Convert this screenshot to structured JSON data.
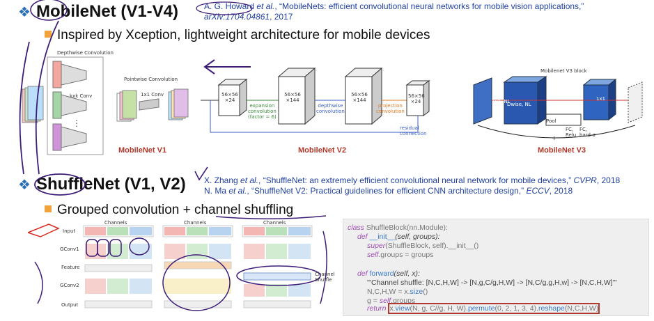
{
  "mobilenet": {
    "title": "MobileNet (V1-V4)",
    "ref_line1_author": "A. G. Howard ",
    "ref_line1_etal": "et al.",
    "ref_line1_text": ", “MobileNets: efficient convolutional neural networks for mobile vision applications,”",
    "ref_line2_venue": "arXiv:1704.04861",
    "ref_line2_year": ", 2017",
    "bullet": "Inspired by Xception, lightweight architecture for mobile devices",
    "v1": {
      "label": "MobileNet V1",
      "depthwise_title": "Depthwise Convolution",
      "kxk": "kxk Conv",
      "pointwise_title": "Pointwise Convolution",
      "onexone": "1x1 Conv",
      "dots": "⋮"
    },
    "v2": {
      "label": "MobileNet V2",
      "box1": "56×56\n×24",
      "box2": "56×56\n×144",
      "box3": "56×56\n×144",
      "box4": "56×56\n×24",
      "expansion": "expansion\nconvolution\n(factor = 6)",
      "depthwise": "depthwise\nconvolution",
      "projection": "projection\nconvolution",
      "residual": "residual connection"
    },
    "v3": {
      "label": "MobileNet V3",
      "block_title": "Mobilenet V3 block",
      "conv_nl": "1x1, NL",
      "dwise_nl": "Dwise, NL",
      "pool": "Pool",
      "fc_relu": "FC,\nRelu",
      "fc_hard": "FC,\nhard-σ",
      "onexone": "1x1",
      "plus": "+"
    }
  },
  "shufflenet": {
    "title": "ShuffleNet (V1, V2)",
    "ref1_author": "X. Zhang ",
    "ref1_etal": "et al.",
    "ref1_text": ", “ShuffleNet: an extremely efficient convolutional neural network for mobile devices,” ",
    "ref1_venue": "CVPR",
    "ref1_year": ", 2018",
    "ref2_author": "N. Ma ",
    "ref2_etal": "et al.",
    "ref2_text": ", “ShuffleNet V2: Practical guidelines for efficient CNN architecture design,” ",
    "ref2_venue": "ECCV",
    "ref2_year": ", 2018",
    "bullet": "Grouped convolution + channel shuffling",
    "diagram": {
      "channels": "Channels",
      "input": "Input",
      "gconv1": "GConv1",
      "feature": "Feature",
      "gconv2": "GConv2",
      "output": "Output",
      "channel_shuffle": "Channel\nShuffle"
    },
    "code": {
      "l1_kw": "class ",
      "l1_name": "ShuffleBlock",
      "l1_rest": "(nn.Module):",
      "l2_kw": "def ",
      "l2_name": "__init__",
      "l2_rest": "(self, groups):",
      "l3_fn": "super",
      "l3_rest": "(ShuffleBlock, self).__init__()",
      "l4_self": "self",
      "l4_rest": ".groups = groups",
      "l5_kw": "def ",
      "l5_name": "forward",
      "l5_rest": "(self, x):",
      "l6": "'''Channel shuffle: [N,C,H,W] -> [N,g,C/g,H,W] -> [N,C/g,g,H,w] -> [N,C,H,W]'''",
      "l7_a": "N,C,H,W = x.",
      "l7_b": "size",
      "l7_c": "()",
      "l8_a": "g = ",
      "l8_b": "self",
      "l8_c": ".groups",
      "l9_kw": "return ",
      "l9_a": "x.",
      "l9_b": "view",
      "l9_c": "(N, g, C//g, H, W).",
      "l9_d": "permute",
      "l9_e": "(0, 2, 1, 3, 4).",
      "l9_f": "reshape",
      "l9_g": "(N,C,H,W)"
    }
  },
  "colors": {
    "accent_blue": "#2c6fb7",
    "caption_red": "#b0392b",
    "ink_purple": "#3d1d78",
    "ink_red": "#d9261c"
  }
}
